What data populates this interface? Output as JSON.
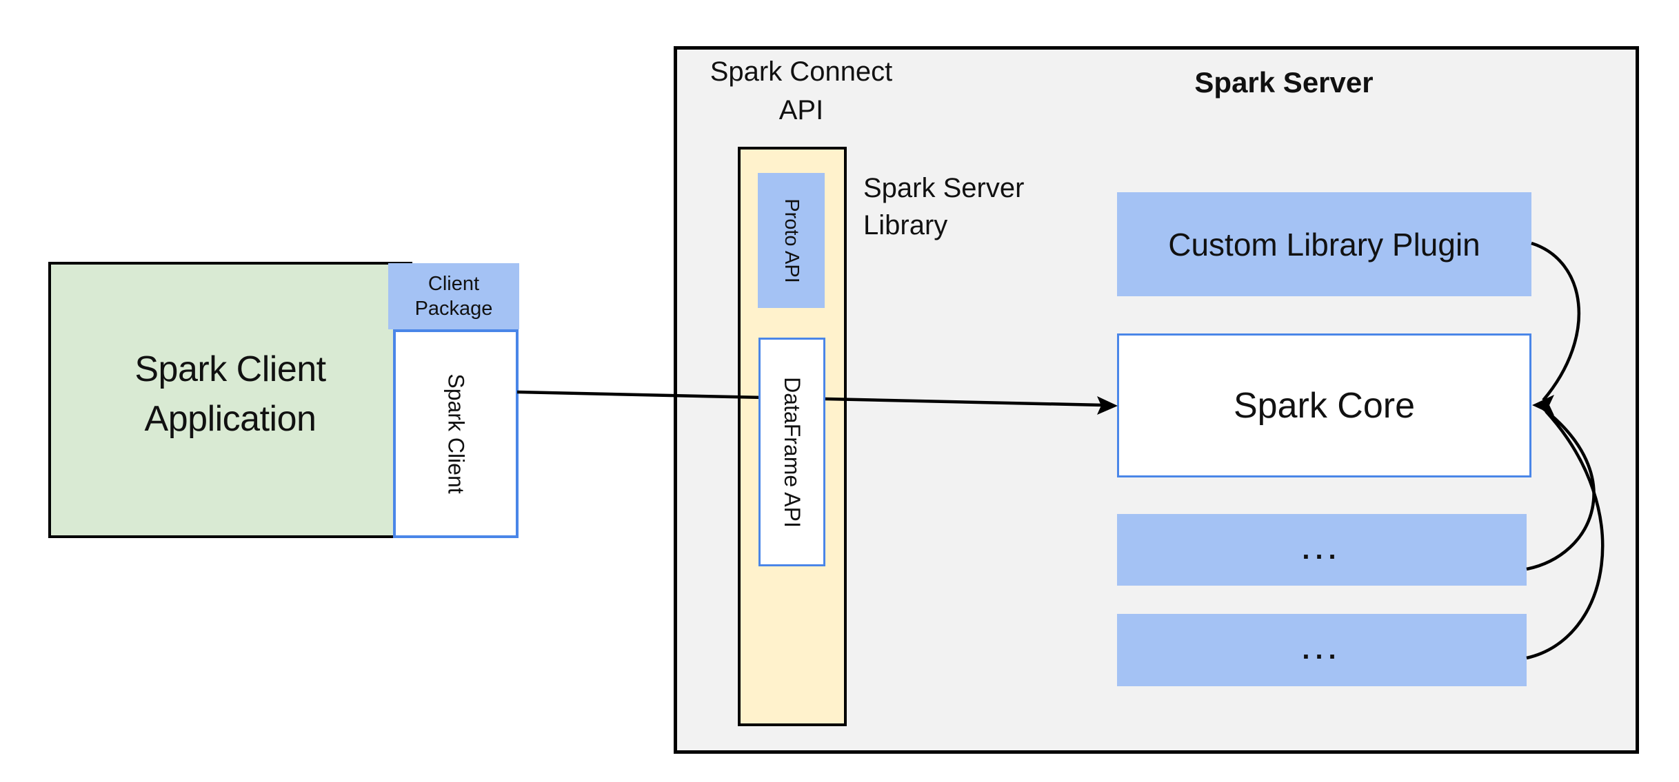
{
  "colors": {
    "canvas_bg": "#ffffff",
    "panel_gray": "#f2f2f2",
    "green_fill": "#d9ead3",
    "blue_fill": "#a4c2f4",
    "yellow_fill": "#fff2cc",
    "blue_border": "#4a86e8",
    "black": "#000000",
    "text": "#111111"
  },
  "client_area": {
    "app_title_line1": "Spark Client",
    "app_title_line2": "Application",
    "package_line1": "Client",
    "package_line2": "Package",
    "client_box_label": "Spark Client"
  },
  "connect_api": {
    "title_line1": "Spark Connect",
    "title_line2": "API",
    "proto_label": "Proto API",
    "dataframe_label": "DataFrame API",
    "library_label_line1": "Spark Server",
    "library_label_line2": "Library"
  },
  "server_area": {
    "title": "Spark Server",
    "plugin_label": "Custom Library Plugin",
    "core_label": "Spark Core",
    "extension_placeholder_1": "...",
    "extension_placeholder_2": "..."
  }
}
